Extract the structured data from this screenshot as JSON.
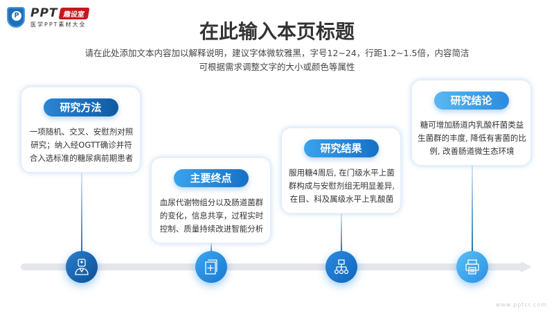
{
  "logo": {
    "brand": "PPT",
    "tag": "趣设室",
    "sub": "医学PPT素材大全"
  },
  "header": {
    "title": "在此输入本页标题",
    "subtitle_line1": "请在此处添加文本内容加以解释说明，建议字体微软雅黑，字号12~24，行距1.2~1.5倍，内容简洁",
    "subtitle_line2": "可根据需求调整文字的大小或颜色等属性"
  },
  "cards": [
    {
      "title": "研究方法",
      "text": "一项随机、交叉、安慰剂对照研究；纳入经OGTT确诊并符合入选标准的糖尿病前期患者",
      "icon": "doctor-icon",
      "color": "#1466b0"
    },
    {
      "title": "主要终点",
      "text": "血尿代谢物组分以及肠道菌群的变化，信息共享，过程实时控制、质量持续改进智能分析",
      "icon": "document-plus-icon",
      "color": "#1d86d8"
    },
    {
      "title": "研究结果",
      "text": "服用糖4周后, 在门级水平上菌群构成与安慰剂组无明显差异, 在目、科及属级水平上乳酸菌",
      "icon": "hierarchy-icon",
      "color": "#1878cc"
    },
    {
      "title": "研究结论",
      "text": "糖可增加肠道内乳酸杆菌类益生菌群的丰度, 降低有害菌的比例, 改善肠道微生态环境",
      "icon": "printer-icon",
      "color": "#3aa6ee"
    }
  ],
  "watermark": "www.pptcr.com"
}
